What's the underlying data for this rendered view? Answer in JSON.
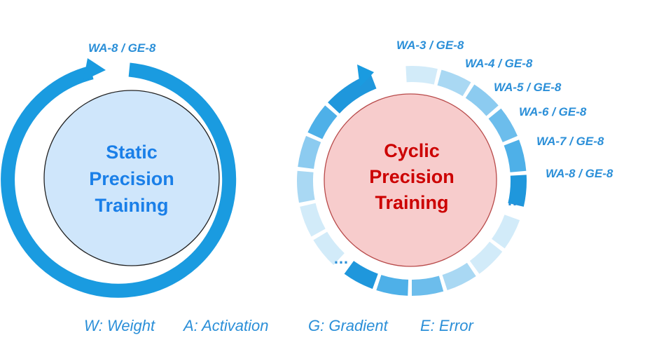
{
  "static_cycle": {
    "label": "WA-8 / GE-8",
    "title_lines": [
      "Static",
      "Precision",
      "Training"
    ],
    "ring_color": "#1a9be0",
    "fill_color": "#cfe6fb",
    "text_color": "#1a7fe8"
  },
  "cyclic_cycle": {
    "title_lines": [
      "Cyclic",
      "Precision",
      "Training"
    ],
    "labels": [
      "WA-3 / GE-8",
      "WA-4 / GE-8",
      "WA-5 / GE-8",
      "WA-6 / GE-8",
      "WA-7 / GE-8",
      "WA-8 / GE-8"
    ],
    "ellipsis_right": "…",
    "ellipsis_bottom": "…",
    "fill_color": "#f7cccc",
    "stroke_color": "#b84a4a",
    "text_color": "#cc0000"
  },
  "legend": {
    "weight": "W: Weight",
    "activation": "A: Activation",
    "gradient": "G: Gradient",
    "error": "E: Error"
  }
}
